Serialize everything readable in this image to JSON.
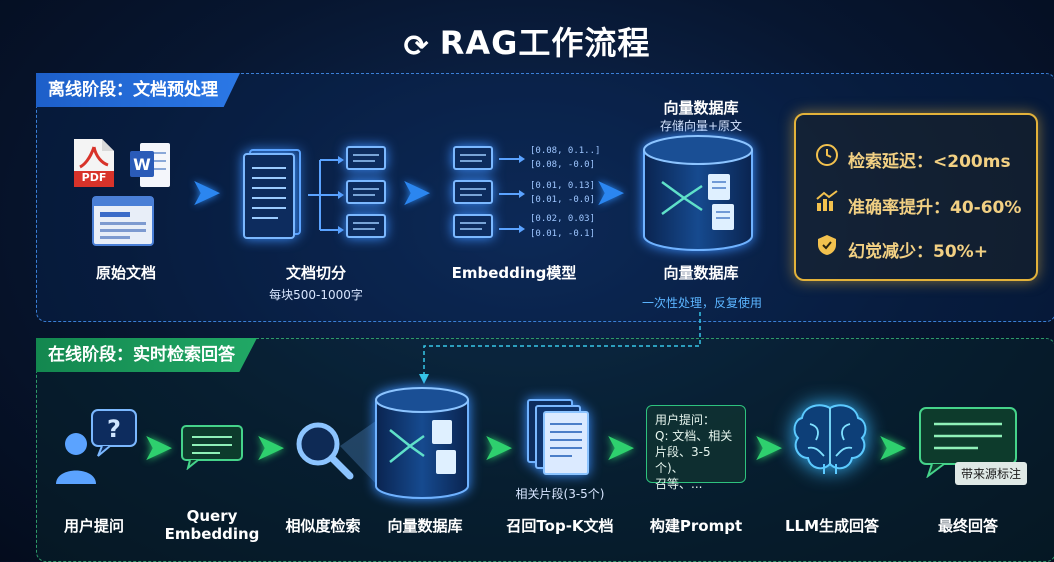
{
  "title": "RAG工作流程",
  "offline": {
    "stage_label": "离线阶段：文档预处理",
    "steps": {
      "raw_docs": "原始文档",
      "chunking": "文档切分",
      "chunking_sub": "每块500-1000字",
      "embedding": "Embedding模型",
      "vector_db": "向量数据库"
    },
    "vector_db_top": "向量数据库",
    "vector_db_top_sub": "存储向量+原文",
    "pdf_label": "PDF",
    "note": "一次性处理，反复使用",
    "vectors": [
      "[0.08, 0.1..]",
      "[0.08, -0.0]",
      "[0.01, 0.13]",
      "[0.01, -0.0]",
      "[0.02, 0.03]",
      "[0.01, -0.1]"
    ]
  },
  "online": {
    "stage_label": "在线阶段：实时检索回答",
    "steps": {
      "user_question": "用户提问",
      "query_embedding": "Query\nEmbedding",
      "similarity_search": "相似度检索",
      "vector_db": "向量数据库",
      "recall": "召回Top-K文档",
      "recall_sub": "相关片段(3-5个)",
      "build_prompt": "构建Prompt",
      "llm": "LLM生成回答",
      "final": "最终回答"
    },
    "prompt_box": {
      "line1": "用户提问：",
      "line2": "Q: 文档、相关",
      "line3": "片段、3-5个)、",
      "line4": "召等、..."
    },
    "source_chip": "带来源标注"
  },
  "metrics": [
    {
      "icon": "clock-icon",
      "label": "检索延迟：<200ms"
    },
    {
      "icon": "chart-up-icon",
      "label": "准确率提升：40-60%"
    },
    {
      "icon": "shield-check-icon",
      "label": "幻觉减少：50%+"
    }
  ],
  "colors": {
    "offline_accent": "#2b78e6",
    "online_accent": "#21a865",
    "metric_gold": "#e3b23a"
  }
}
